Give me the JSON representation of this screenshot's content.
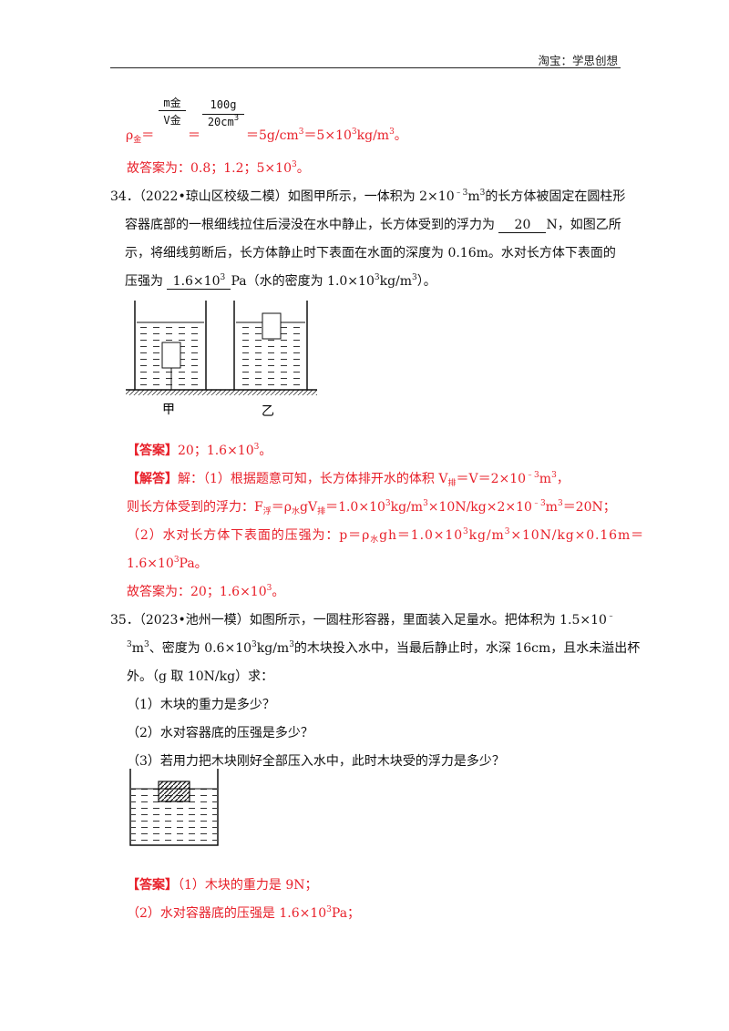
{
  "header": {
    "right_text": "淘宝：学思创想"
  },
  "prev": {
    "rho_label": "ρ",
    "rho_sub": "金",
    "frac1_num": "m金",
    "frac1_den": "V金",
    "frac2_num": "100g",
    "frac2_den": "20cm",
    "frac2_den_sup": "3",
    "result_a": "＝5g/cm",
    "result_b": "＝5×10",
    "result_c": "kg/m",
    "result_end": "。",
    "answer": "故答案为：0.8；1.2；5×10",
    "answer_end": "。"
  },
  "q34": {
    "line1": "34．（2022•琼山区校级二模）如图甲所示，一体积为 2×10",
    "line1_exp": "﹣3",
    "line1_b": "m",
    "line1_c": "的长方体被固定在圆柱形",
    "line2_a": "容器底部的一根细线拉住后浸没在水中静止，长方体受到的浮力为",
    "blank1": "20",
    "line2_b": "N，如图乙所",
    "line3": "示，将细线剪断后，长方体静止时下表面在水面的深度为 0.16m。水对长方体下表面的",
    "line4_a": "压强为",
    "blank2": "1.6×10",
    "line4_b": "Pa（水的密度为 1.0×10",
    "line4_c": "kg/m",
    "line4_d": "）。",
    "fig_label_a": "甲",
    "fig_label_b": "乙",
    "ans_tag": "【答案】",
    "ans_text": "20；1.6×10",
    "ans_end": "。",
    "sol_tag": "【解答】",
    "sol_l1_a": "解：（1）根据题意可知，长方体排开水的体积 V",
    "sol_l1_sub": "排",
    "sol_l1_b": "＝V＝2×10",
    "sol_l1_exp": "﹣3",
    "sol_l1_c": "m",
    "sol_l1_d": "，",
    "sol_l2_a": "则长方体受到的浮力：F",
    "sol_l2_sub1": "浮",
    "sol_l2_b": "＝ρ",
    "sol_l2_sub2": "水",
    "sol_l2_c": "gV",
    "sol_l2_sub3": "排",
    "sol_l2_d": "＝1.0×10",
    "sol_l2_e": "kg/m",
    "sol_l2_f": "×10N/kg×2×10",
    "sol_l2_g": "m",
    "sol_l2_h": "＝20N；",
    "sol_l3_a": "（2）水对长方体下表面的压强为：p＝ρ",
    "sol_l3_sub": "水",
    "sol_l3_b": "gh＝1.0×10",
    "sol_l3_c": "kg/m",
    "sol_l3_d": "×10N/kg×0.16m＝",
    "sol_l4_a": "1.6×10",
    "sol_l4_b": "Pa。",
    "final": "故答案为：20；1.6×10",
    "final_end": "。"
  },
  "q35": {
    "line1": "35．（2023•池州一模）如图所示，一圆柱形容器，里面装入足量水。把体积为 1.5×10",
    "line1_exp": "﹣",
    "line2_a": "m",
    "line2_b": "、密度为 0.6×10",
    "line2_c": "kg/m",
    "line2_d": "的木块投入水中，当最后静止时，水深 16cm，且水未溢出杯",
    "line3": "外。（g 取 10N/kg）求：",
    "sub1": "（1）木块的重力是多少？",
    "sub2": "（2）水对容器底的压强是多少？",
    "sub3": "（3）若用力把木块刚好全部压入水中，此时木块受的浮力是多少？",
    "ans_tag": "【答案】",
    "ans1": "（1）木块的重力是 9N；",
    "ans2_a": "（2）水对容器底的压强是 1.6×10",
    "ans2_b": "Pa；"
  },
  "sup3": "3"
}
